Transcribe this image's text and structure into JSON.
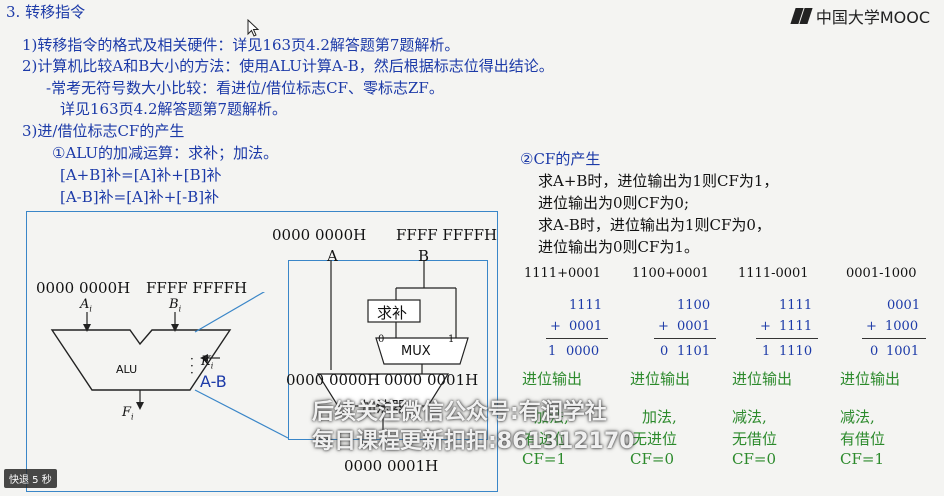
{
  "logo": {
    "text": "中国大学MOOC"
  },
  "section_title": "3. 转移指令",
  "lines": {
    "l1": "1)转移指令的格式及相关硬件：详见163页4.2解答题第7题解析。",
    "l2": "2)计算机比较A和B大小的方法：使用ALU计算A-B，然后根据标志位得出结论。",
    "l3": "-常考无符号数大小比较：看进位/借位标志CF、零标志ZF。",
    "l4": "详见163页4.2解答题第7题解析。",
    "l5": "3)进/借位标志CF的产生",
    "l6": "①ALU的加减运算：求补；加法。",
    "f1": "[A+B]补=[A]补+[B]补",
    "f2": "[A-B]补=[A]补+[-B]补"
  },
  "diagram": {
    "a_top": "0000 0000H",
    "b_top": "FFFF FFFFH",
    "label_a": "A",
    "label_b": "B",
    "alu_in_left": "0000 0000H",
    "alu_in_right": "FFFF FFFFH",
    "ai": "A",
    "ai_sub": "i",
    "bi": "B",
    "bi_sub": "i",
    "ki": "K",
    "ki_sub": "i",
    "fi": "F",
    "fi_sub": "i",
    "alu": "ALU",
    "a_minus_b": "A-B",
    "qiubu": "求补",
    "mux": "MUX",
    "mux_0": "0",
    "mux_1": "1",
    "adder_in_left": "0000 0000H",
    "adder_in_right": "0000 0001H",
    "adder": "加法器",
    "bottom": "0000 0001H"
  },
  "cf": {
    "heading": "②CF的产生",
    "r1": "求A+B时，进位输出为1则CF为1，",
    "r2": "进位输出为0则CF为0;",
    "r3": "求A-B时，进位输出为1则CF为0，",
    "r4": "进位输出为0则CF为1。",
    "cases": [
      {
        "expr": "1111+0001",
        "top": "1111",
        "op": "+",
        "second": "0001",
        "carry": "1",
        "result": "0000",
        "out": "进位输出",
        "kind": "加法,",
        "status": "有进位",
        "cf": "CF=1"
      },
      {
        "expr": "1100+0001",
        "top": "1100",
        "op": "+",
        "second": "0001",
        "carry": "0",
        "result": "1101",
        "out": "进位输出",
        "kind": "加法,",
        "status": "无进位",
        "cf": "CF=0"
      },
      {
        "expr": "1111-0001",
        "top": "1111",
        "op": "+",
        "second": "1111",
        "carry": "1",
        "result": "1110",
        "out": "进位输出",
        "kind": "减法,",
        "status": "无借位",
        "cf": "CF=0"
      },
      {
        "expr": "0001-1000",
        "top": "0001",
        "op": "+",
        "second": "1000",
        "carry": "0",
        "result": "1001",
        "out": "进位输出",
        "kind": "减法,",
        "status": "有借位",
        "cf": "CF=1"
      }
    ]
  },
  "watermark": {
    "line1": "后续关注微信公众号:有润学社",
    "line2": "每日课程更新扣扣:861312170"
  },
  "player": {
    "rewind_badge": "快退 5 秒"
  }
}
